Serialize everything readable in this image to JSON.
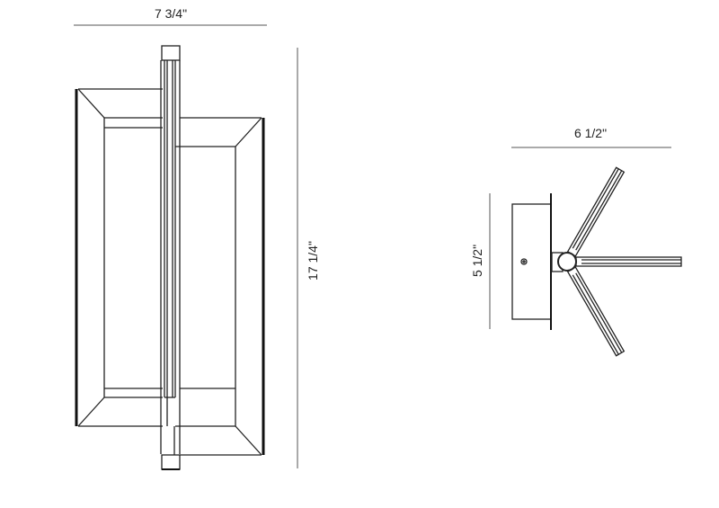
{
  "front_view": {
    "width_label": "7 3/4\"",
    "height_label": "17 1/4\""
  },
  "side_view": {
    "depth_label": "6 1/2\"",
    "height_label": "5 1/2\""
  },
  "colors": {
    "line": "#222222",
    "background": "#ffffff"
  }
}
